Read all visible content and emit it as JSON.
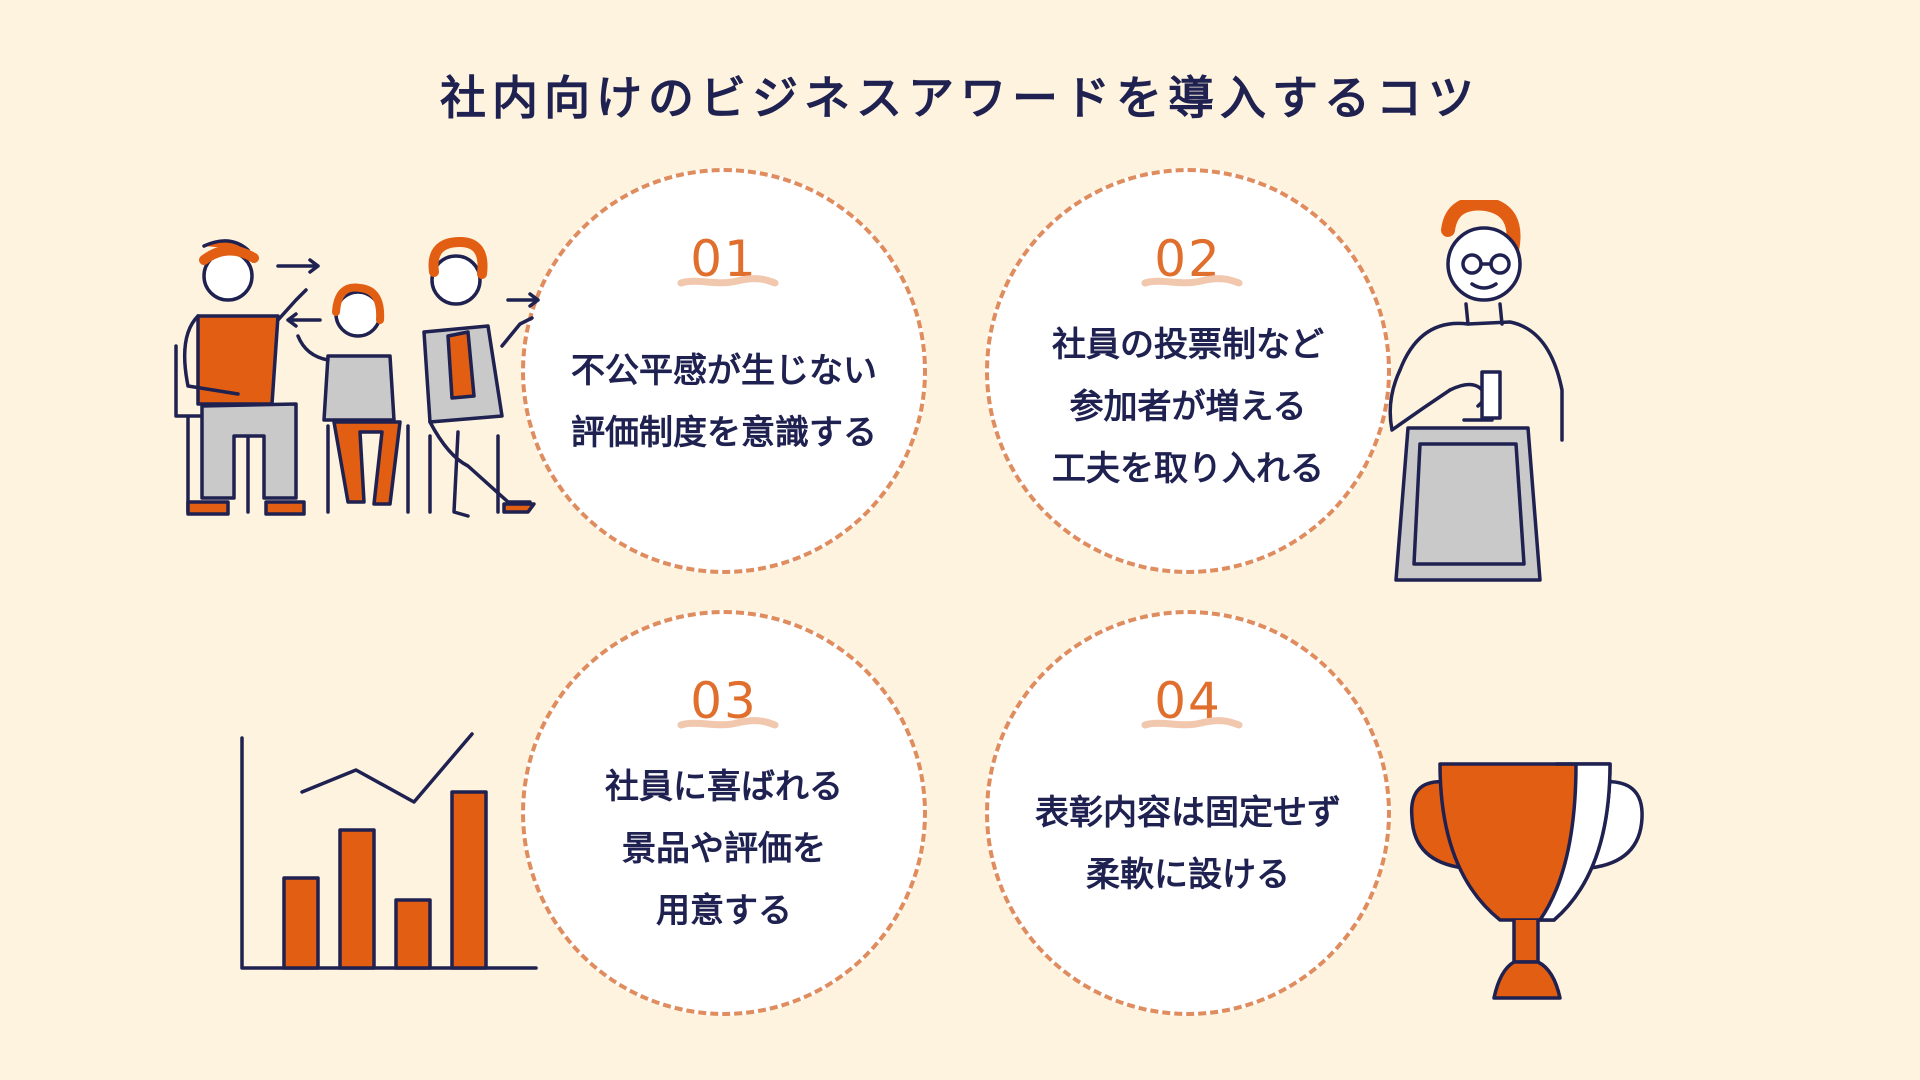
{
  "title": "社内向けのビジネスアワードを導入するコツ",
  "colors": {
    "background": "#FEF3DF",
    "accent": "#E25E12",
    "navy": "#1F2150",
    "dash": "#DF8C5E",
    "gray": "#C9C9C9"
  },
  "tips": [
    {
      "number": "01",
      "lines": [
        "不公平感が生じない",
        "評価制度を意識する"
      ]
    },
    {
      "number": "02",
      "lines": [
        "社員の投票制など",
        "参加者が増える",
        "工夫を取り入れる"
      ]
    },
    {
      "number": "03",
      "lines": [
        "社員に喜ばれる",
        "景品や評価を",
        "用意する"
      ]
    },
    {
      "number": "04",
      "lines": [
        "表彰内容は固定せず",
        "柔軟に設ける"
      ]
    }
  ],
  "illustrations": [
    "people-discussing-illustration",
    "voting-person-illustration",
    "bar-chart-illustration",
    "trophy-icon"
  ]
}
